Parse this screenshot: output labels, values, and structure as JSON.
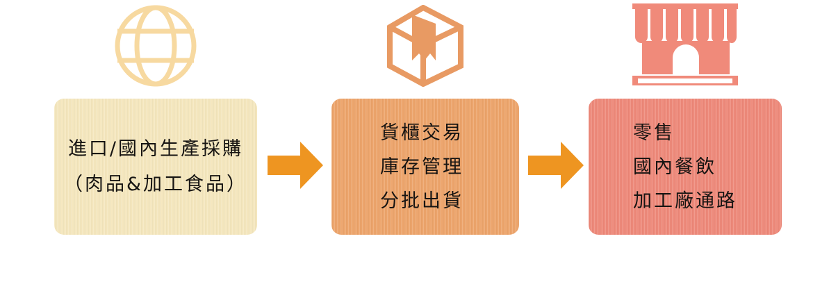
{
  "diagram": {
    "title": "supply-chain-flow",
    "colors": {
      "stage1_fill": "#f5e7bd",
      "stage1_icon": "#f7d9a0",
      "stage2_fill": "#eda369",
      "stage2_icon": "#e89a63",
      "stage3_fill": "#ee8878",
      "stage3_icon": "#f08a7a",
      "arrow": "#ee9521",
      "text": "#161412",
      "background": "#ffffff"
    },
    "stages": [
      {
        "id": "sourcing",
        "icon": "globe-icon",
        "lines": [
          "進口/國內生產採購",
          "（肉品&加工食品）"
        ]
      },
      {
        "id": "logistics",
        "icon": "package-box-icon",
        "lines": [
          "貨櫃交易",
          "庫存管理",
          "分批出貨"
        ]
      },
      {
        "id": "channels",
        "icon": "storefront-icon",
        "lines": [
          "零售",
          "國內餐飲",
          "加工廠通路"
        ]
      }
    ],
    "arrows": [
      {
        "id": "sourcing-to-logistics",
        "direction": "right"
      },
      {
        "id": "logistics-to-channels",
        "direction": "right"
      }
    ]
  }
}
